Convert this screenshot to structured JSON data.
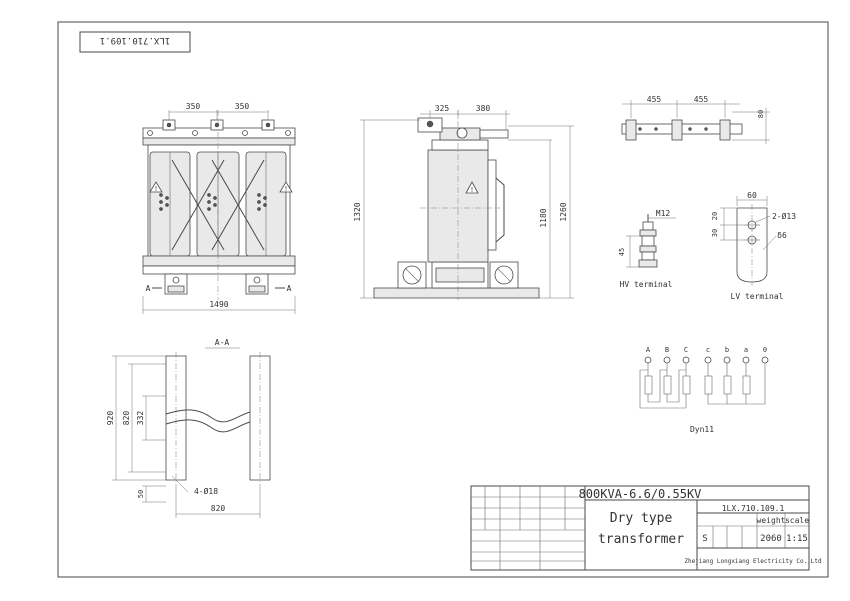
{
  "drawing_number_mirrored": "1LX.710.109.1",
  "front_view": {
    "dim_top_left": "350",
    "dim_top_right": "350",
    "dim_width": "1490",
    "section_mark_left": "A",
    "section_mark_right": "A"
  },
  "side_view": {
    "dim_top_left": "325",
    "dim_top_right": "380",
    "dim_height_overall": "1320",
    "dim_height_mid": "1180",
    "dim_height_right": "1260"
  },
  "busbar_view": {
    "dim_left": "455",
    "dim_right": "455",
    "dim_height": "80"
  },
  "hv_terminal": {
    "thread_label": "M12",
    "dim_height": "45",
    "caption": "HV terminal"
  },
  "lv_terminal": {
    "dim_width": "60",
    "dim_a": "20",
    "dim_b": "30",
    "hole_label": "2-Ø13",
    "thickness_label": "δ6",
    "caption": "LV terminal"
  },
  "section_view": {
    "title": "A-A",
    "dim_920": "920",
    "dim_820v": "820",
    "dim_332": "332",
    "dim_50": "50",
    "hole_label": "4-Ø18",
    "dim_820h": "820"
  },
  "wiring": {
    "hv_labels": [
      "A",
      "B",
      "C"
    ],
    "lv_labels": [
      "c",
      "b",
      "a",
      "0"
    ],
    "vector_group": "Dyn11"
  },
  "title_block": {
    "model": "800KVA-6.6/0.55KV",
    "name_line1": "Dry type",
    "name_line2": "transformer",
    "drawing_no": "1LX.710.109.1",
    "weight_header": "weight",
    "scale_header": "scale",
    "stage": "S",
    "weight_value": "2060",
    "scale_value": "1:15",
    "company": "Zhejiang Longxiang Electricity Co.,Ltd"
  }
}
